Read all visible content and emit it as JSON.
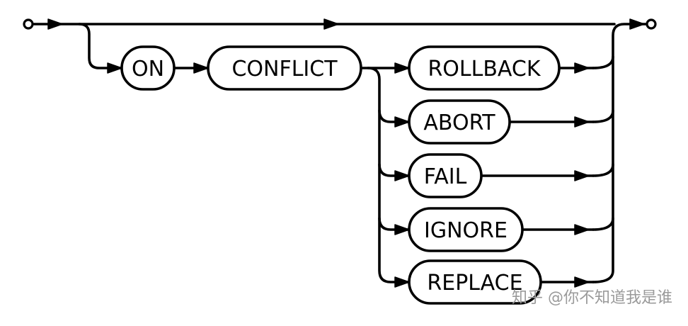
{
  "diagram": {
    "keywords": {
      "on": "ON",
      "conflict": "CONFLICT",
      "rollback": "ROLLBACK",
      "abort": "ABORT",
      "fail": "FAIL",
      "ignore": "IGNORE",
      "replace": "REPLACE"
    }
  },
  "watermark": "知乎 @你不知道我是谁"
}
